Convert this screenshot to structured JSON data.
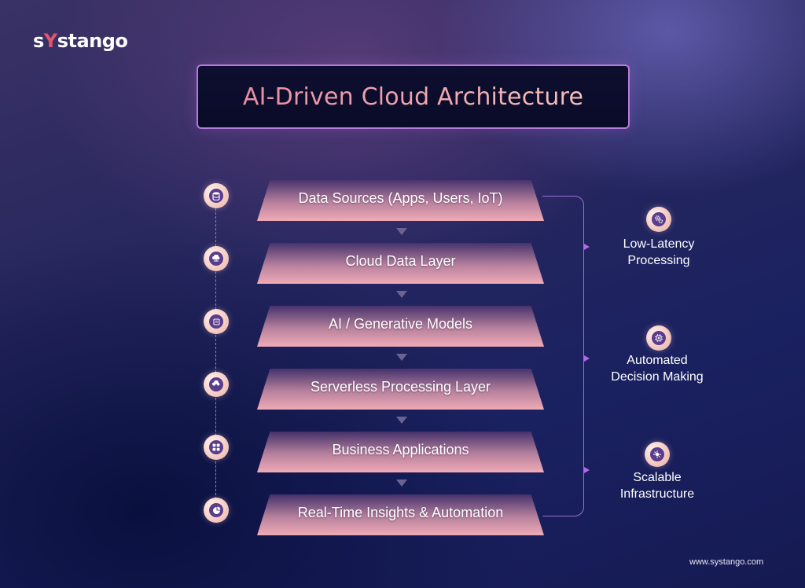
{
  "brand": {
    "logo_pre": "s",
    "logo_accent": "Y",
    "logo_post": "stango",
    "url": "www.systango.com"
  },
  "title": "AI-Driven Cloud Architecture",
  "layers": [
    {
      "label": "Data Sources (Apps, Users, IoT)",
      "icon": "database-icon"
    },
    {
      "label": "Cloud Data Layer",
      "icon": "cloud-network-icon"
    },
    {
      "label": "AI / Generative Models",
      "icon": "ai-chip-icon"
    },
    {
      "label": "Serverless Processing Layer",
      "icon": "cloud-upload-icon"
    },
    {
      "label": "Business Applications",
      "icon": "app-grid-icon"
    },
    {
      "label": "Real-Time Insights & Automation",
      "icon": "analytics-chart-icon"
    }
  ],
  "benefits": [
    {
      "line1": "Low-Latency",
      "line2": "Processing",
      "icon": "gears-icon"
    },
    {
      "line1": "Automated",
      "line2": "Decision Making",
      "icon": "brain-chip-icon"
    },
    {
      "line1": "Scalable",
      "line2": "Infrastructure",
      "icon": "scale-network-icon"
    }
  ],
  "colors": {
    "accent": "#e0566a",
    "title_gradient": "#e88fa0",
    "bracket": "#9a6fd3",
    "icon_glyph": "#5a3c8c"
  }
}
